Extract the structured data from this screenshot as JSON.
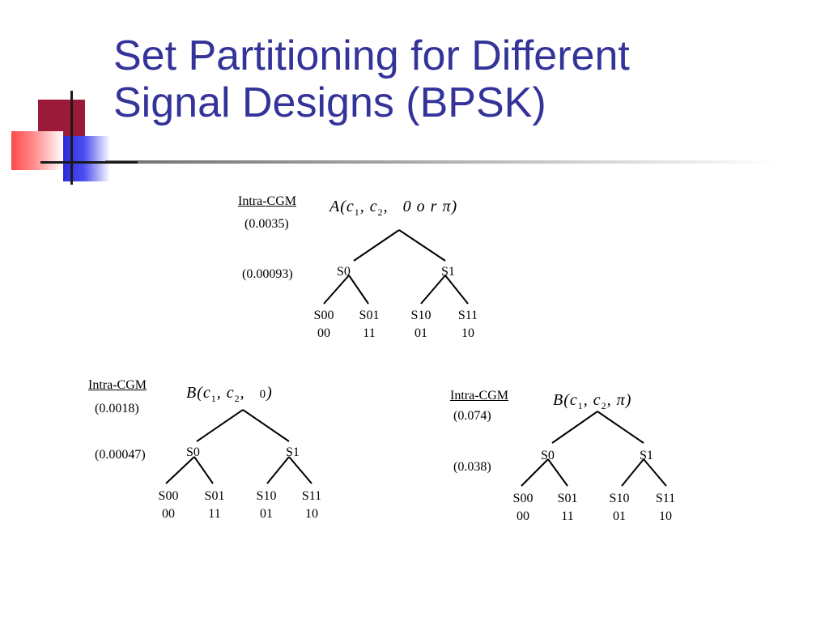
{
  "slide": {
    "title_line1": "Set Partitioning for Different",
    "title_line2": "Signal Designs (BPSK)",
    "title_color": "#333399"
  },
  "trees": [
    {
      "id": "A",
      "label": "Intra-CGM",
      "root_value": "(0.0035)",
      "level1_value": "(0.00093)",
      "formula": {
        "name": "A",
        "c1": "c",
        "sub1": "1",
        "c2": "c",
        "sub2": "2",
        "phase": "0  o r  π"
      },
      "nodes": [
        "S0",
        "S1"
      ],
      "leaves": [
        {
          "name": "S00",
          "code": "00"
        },
        {
          "name": "S01",
          "code": "11"
        },
        {
          "name": "S10",
          "code": "01"
        },
        {
          "name": "S11",
          "code": "10"
        }
      ]
    },
    {
      "id": "B0",
      "label": "Intra-CGM",
      "root_value": "(0.0018)",
      "level1_value": "(0.00047)",
      "formula": {
        "name": "B",
        "c1": "c",
        "sub1": "1",
        "c2": "c",
        "sub2": "2",
        "phase": "0"
      },
      "nodes": [
        "S0",
        "S1"
      ],
      "leaves": [
        {
          "name": "S00",
          "code": "00"
        },
        {
          "name": "S01",
          "code": "11"
        },
        {
          "name": "S10",
          "code": "01"
        },
        {
          "name": "S11",
          "code": "10"
        }
      ]
    },
    {
      "id": "Bpi",
      "label": "Intra-CGM",
      "root_value": "(0.074)",
      "level1_value": "(0.038)",
      "formula": {
        "name": "B",
        "c1": "c",
        "sub1": "1",
        "c2": "c",
        "sub2": "2",
        "phase": "π"
      },
      "nodes": [
        "S0",
        "S1"
      ],
      "leaves": [
        {
          "name": "S00",
          "code": "00"
        },
        {
          "name": "S01",
          "code": "11"
        },
        {
          "name": "S10",
          "code": "01"
        },
        {
          "name": "S11",
          "code": "10"
        }
      ]
    }
  ]
}
